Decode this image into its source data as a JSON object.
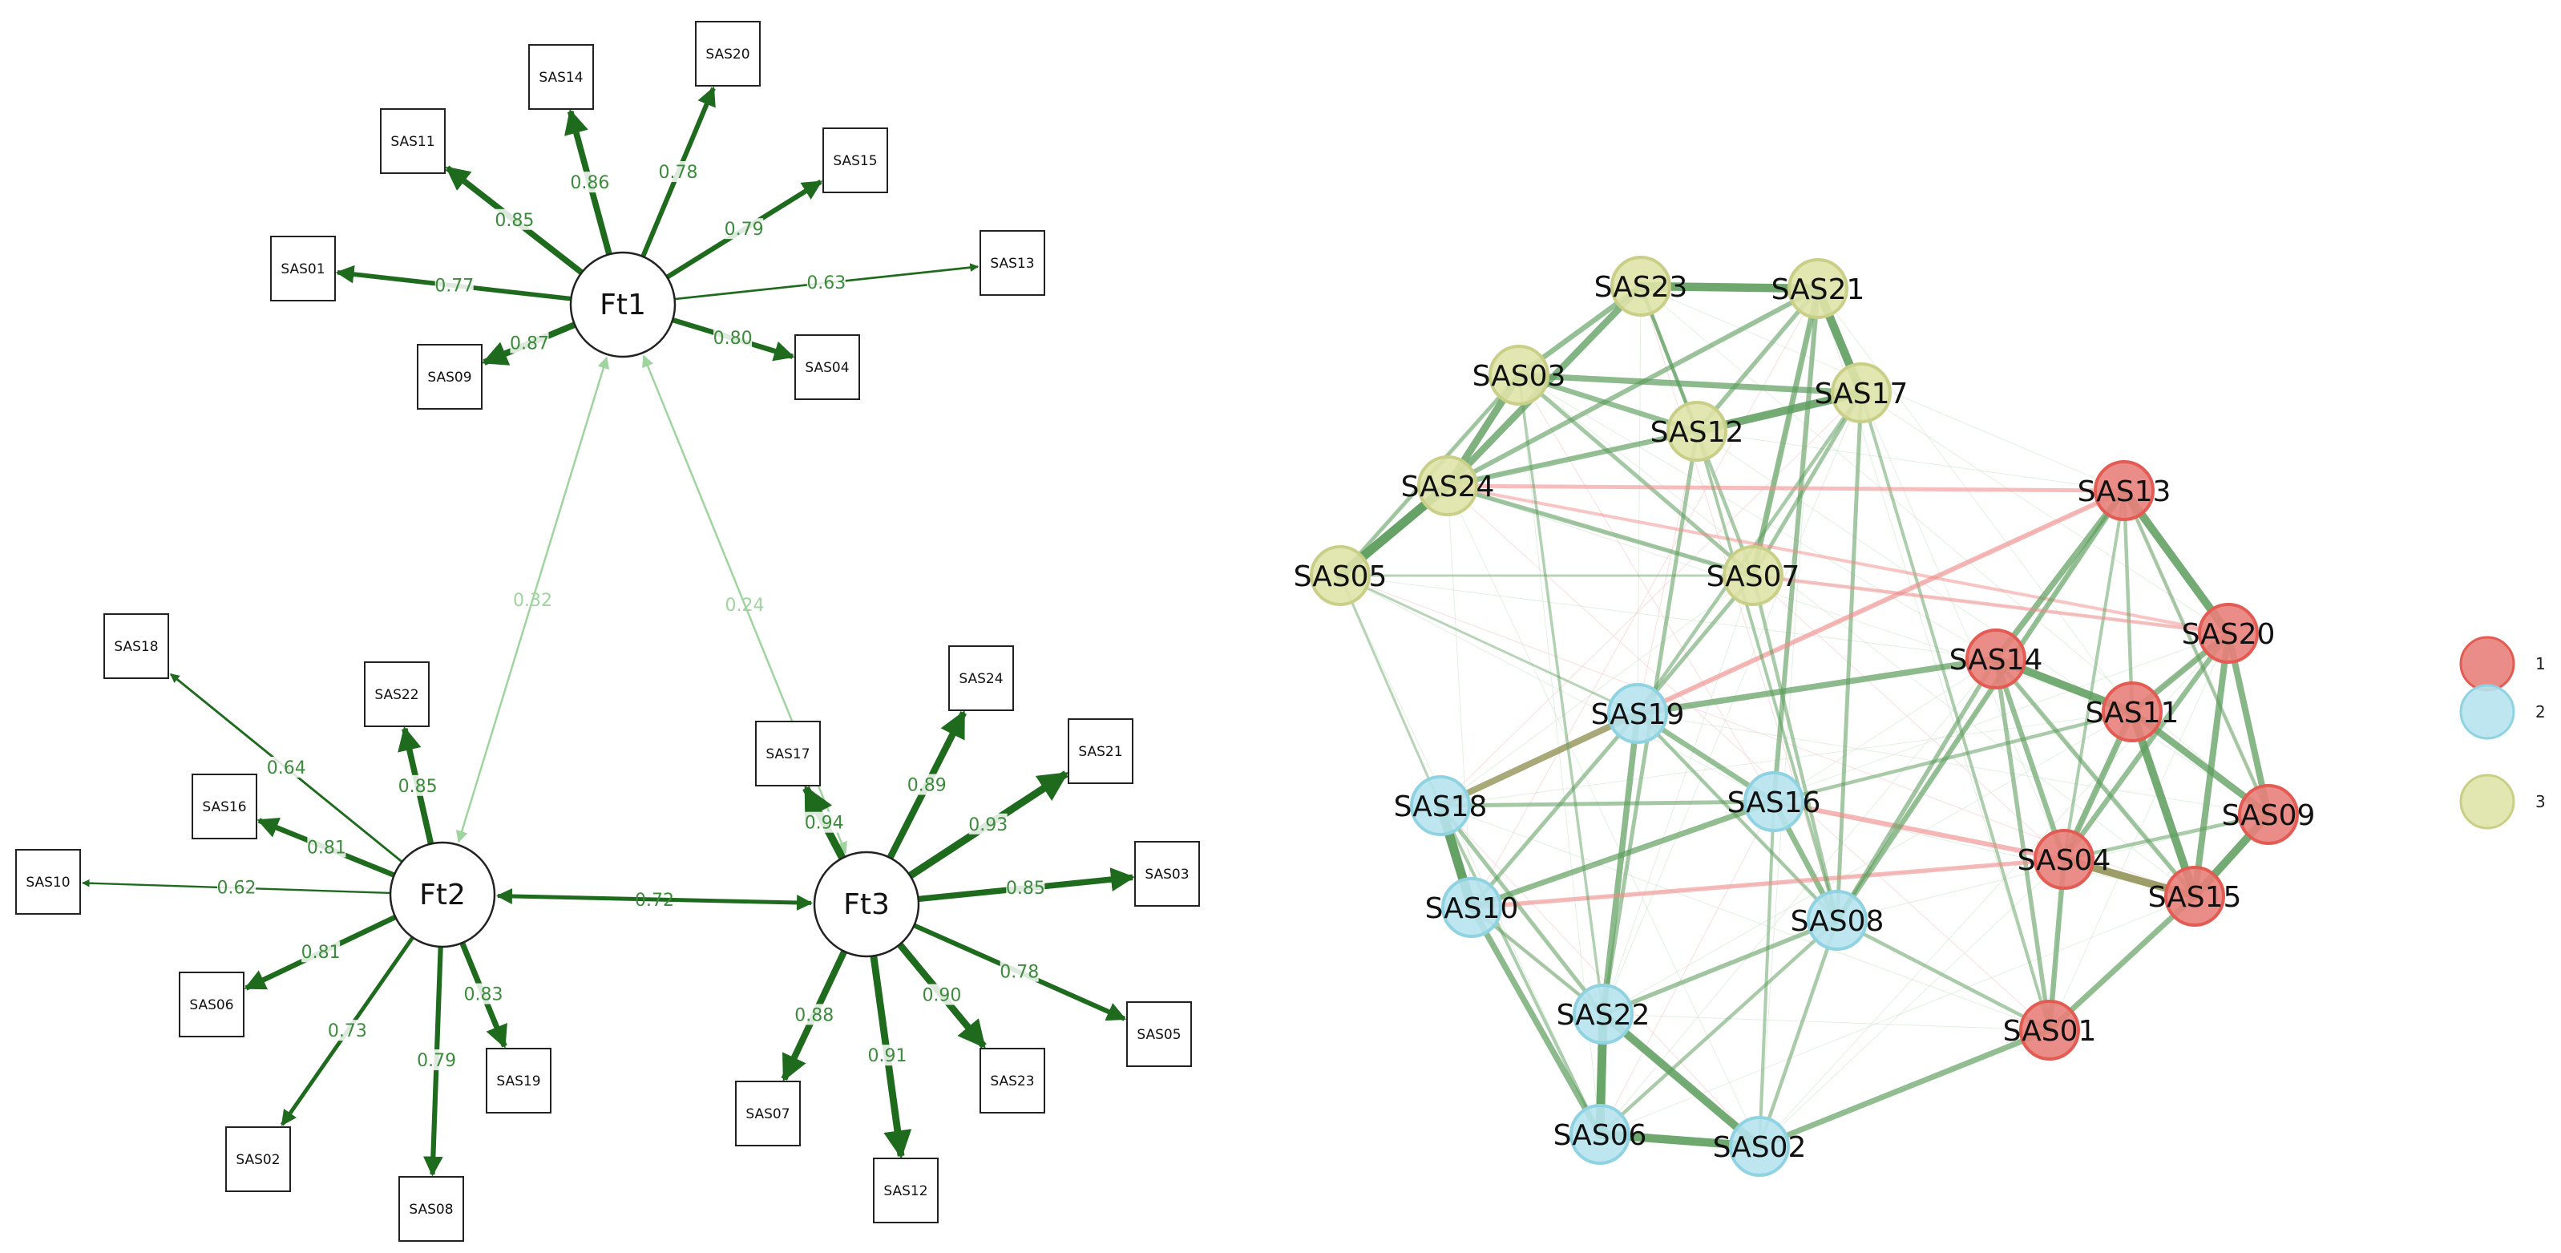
{
  "colors": {
    "loading": "#1e6b1e",
    "loading_text": "#3d8b3d",
    "covariance_weak": "#9fd49f",
    "covariance_strong": "#1e6b1e",
    "net_positive": "#5e9e5e",
    "net_negative": "#f28b8b",
    "net_mixed": "#8a8a4a",
    "community_1": "#e8807a",
    "community_1_stroke": "#e35b52",
    "community_2": "#b6e3ee",
    "community_2_stroke": "#8fd3e3",
    "community_3": "#dfe3a8",
    "community_3_stroke": "#c9cf86"
  },
  "sem": {
    "factors": [
      {
        "id": "Ft1",
        "label": "Ft1"
      },
      {
        "id": "Ft2",
        "label": "Ft2"
      },
      {
        "id": "Ft3",
        "label": "Ft3"
      }
    ],
    "loadings": [
      {
        "factor": "Ft1",
        "item": "SAS14",
        "value": "0.86"
      },
      {
        "factor": "Ft1",
        "item": "SAS20",
        "value": "0.78"
      },
      {
        "factor": "Ft1",
        "item": "SAS11",
        "value": "0.85"
      },
      {
        "factor": "Ft1",
        "item": "SAS15",
        "value": "0.79"
      },
      {
        "factor": "Ft1",
        "item": "SAS01",
        "value": "0.77"
      },
      {
        "factor": "Ft1",
        "item": "SAS13",
        "value": "0.63"
      },
      {
        "factor": "Ft1",
        "item": "SAS09",
        "value": "0.87"
      },
      {
        "factor": "Ft1",
        "item": "SAS04",
        "value": "0.80"
      },
      {
        "factor": "Ft2",
        "item": "SAS18",
        "value": "0.64"
      },
      {
        "factor": "Ft2",
        "item": "SAS22",
        "value": "0.85"
      },
      {
        "factor": "Ft2",
        "item": "SAS16",
        "value": "0.81"
      },
      {
        "factor": "Ft2",
        "item": "SAS10",
        "value": "0.62"
      },
      {
        "factor": "Ft2",
        "item": "SAS06",
        "value": "0.81"
      },
      {
        "factor": "Ft2",
        "item": "SAS19",
        "value": "0.83"
      },
      {
        "factor": "Ft2",
        "item": "SAS02",
        "value": "0.73"
      },
      {
        "factor": "Ft2",
        "item": "SAS08",
        "value": "0.79"
      },
      {
        "factor": "Ft3",
        "item": "SAS17",
        "value": "0.94"
      },
      {
        "factor": "Ft3",
        "item": "SAS24",
        "value": "0.89"
      },
      {
        "factor": "Ft3",
        "item": "SAS21",
        "value": "0.93"
      },
      {
        "factor": "Ft3",
        "item": "SAS03",
        "value": "0.85"
      },
      {
        "factor": "Ft3",
        "item": "SAS05",
        "value": "0.78"
      },
      {
        "factor": "Ft3",
        "item": "SAS23",
        "value": "0.90"
      },
      {
        "factor": "Ft3",
        "item": "SAS12",
        "value": "0.91"
      },
      {
        "factor": "Ft3",
        "item": "SAS07",
        "value": "0.88"
      }
    ],
    "covariances": [
      {
        "a": "Ft1",
        "b": "Ft2",
        "value": "0.32"
      },
      {
        "a": "Ft1",
        "b": "Ft3",
        "value": "0.24"
      },
      {
        "a": "Ft2",
        "b": "Ft3",
        "value": "0.72"
      }
    ]
  },
  "network": {
    "nodes": [
      {
        "id": "SAS23",
        "community": 3
      },
      {
        "id": "SAS21",
        "community": 3
      },
      {
        "id": "SAS03",
        "community": 3
      },
      {
        "id": "SAS17",
        "community": 3
      },
      {
        "id": "SAS12",
        "community": 3
      },
      {
        "id": "SAS24",
        "community": 3
      },
      {
        "id": "SAS05",
        "community": 3
      },
      {
        "id": "SAS07",
        "community": 3
      },
      {
        "id": "SAS13",
        "community": 1
      },
      {
        "id": "SAS20",
        "community": 1
      },
      {
        "id": "SAS14",
        "community": 1
      },
      {
        "id": "SAS11",
        "community": 1
      },
      {
        "id": "SAS09",
        "community": 1
      },
      {
        "id": "SAS04",
        "community": 1
      },
      {
        "id": "SAS15",
        "community": 1
      },
      {
        "id": "SAS01",
        "community": 1
      },
      {
        "id": "SAS19",
        "community": 2
      },
      {
        "id": "SAS18",
        "community": 2
      },
      {
        "id": "SAS16",
        "community": 2
      },
      {
        "id": "SAS10",
        "community": 2
      },
      {
        "id": "SAS08",
        "community": 2
      },
      {
        "id": "SAS22",
        "community": 2
      },
      {
        "id": "SAS06",
        "community": 2
      },
      {
        "id": "SAS02",
        "community": 2
      }
    ],
    "edges": [
      {
        "a": "SAS23",
        "b": "SAS21",
        "w": 0.9,
        "sign": "+"
      },
      {
        "a": "SAS21",
        "b": "SAS17",
        "w": 0.9,
        "sign": "+"
      },
      {
        "a": "SAS12",
        "b": "SAS17",
        "w": 0.85,
        "sign": "+"
      },
      {
        "a": "SAS24",
        "b": "SAS05",
        "w": 1.0,
        "sign": "+"
      },
      {
        "a": "SAS03",
        "b": "SAS24",
        "w": 0.75,
        "sign": "+"
      },
      {
        "a": "SAS23",
        "b": "SAS24",
        "w": 0.7,
        "sign": "+"
      },
      {
        "a": "SAS03",
        "b": "SAS17",
        "w": 0.6,
        "sign": "+"
      },
      {
        "a": "SAS03",
        "b": "SAS12",
        "w": 0.5,
        "sign": "+"
      },
      {
        "a": "SAS23",
        "b": "SAS03",
        "w": 0.5,
        "sign": "+"
      },
      {
        "a": "SAS23",
        "b": "SAS12",
        "w": 0.3,
        "sign": "+"
      },
      {
        "a": "SAS21",
        "b": "SAS12",
        "w": 0.4,
        "sign": "+"
      },
      {
        "a": "SAS21",
        "b": "SAS24",
        "w": 0.45,
        "sign": "+"
      },
      {
        "a": "SAS24",
        "b": "SAS12",
        "w": 0.5,
        "sign": "+"
      },
      {
        "a": "SAS24",
        "b": "SAS07",
        "w": 0.4,
        "sign": "+"
      },
      {
        "a": "SAS23",
        "b": "SAS07",
        "w": 0.3,
        "sign": "+"
      },
      {
        "a": "SAS21",
        "b": "SAS07",
        "w": 0.55,
        "sign": "+"
      },
      {
        "a": "SAS03",
        "b": "SAS07",
        "w": 0.35,
        "sign": "+"
      },
      {
        "a": "SAS17",
        "b": "SAS07",
        "w": 0.35,
        "sign": "+"
      },
      {
        "a": "SAS05",
        "b": "SAS03",
        "w": 0.35,
        "sign": "+"
      },
      {
        "a": "SAS21",
        "b": "SAS16",
        "w": 0.45,
        "sign": "+"
      },
      {
        "a": "SAS17",
        "b": "SAS08",
        "w": 0.35,
        "sign": "+"
      },
      {
        "a": "SAS17",
        "b": "SAS19",
        "w": 0.3,
        "sign": "+"
      },
      {
        "a": "SAS17",
        "b": "SAS01",
        "w": 0.25,
        "sign": "+"
      },
      {
        "a": "SAS12",
        "b": "SAS22",
        "w": 0.35,
        "sign": "+"
      },
      {
        "a": "SAS07",
        "b": "SAS19",
        "w": 0.35,
        "sign": "+"
      },
      {
        "a": "SAS24",
        "b": "SAS13",
        "w": 0.35,
        "sign": "-"
      },
      {
        "a": "SAS24",
        "b": "SAS20",
        "w": 0.25,
        "sign": "-"
      },
      {
        "a": "SAS05",
        "b": "SAS18",
        "w": 0.15,
        "sign": "+"
      },
      {
        "a": "SAS05",
        "b": "SAS07",
        "w": 0.15,
        "sign": "+"
      },
      {
        "a": "SAS13",
        "b": "SAS20",
        "w": 0.85,
        "sign": "+"
      },
      {
        "a": "SAS13",
        "b": "SAS14",
        "w": 0.6,
        "sign": "+"
      },
      {
        "a": "SAS13",
        "b": "SAS11",
        "w": 0.3,
        "sign": "+"
      },
      {
        "a": "SAS13",
        "b": "SAS09",
        "w": 0.3,
        "sign": "+"
      },
      {
        "a": "SAS13",
        "b": "SAS04",
        "w": 0.25,
        "sign": "+"
      },
      {
        "a": "SAS14",
        "b": "SAS11",
        "w": 0.85,
        "sign": "+"
      },
      {
        "a": "SAS14",
        "b": "SAS04",
        "w": 0.5,
        "sign": "+"
      },
      {
        "a": "SAS14",
        "b": "SAS01",
        "w": 0.4,
        "sign": "+"
      },
      {
        "a": "SAS14",
        "b": "SAS15",
        "w": 0.4,
        "sign": "+"
      },
      {
        "a": "SAS20",
        "b": "SAS11",
        "w": 0.6,
        "sign": "+"
      },
      {
        "a": "SAS20",
        "b": "SAS09",
        "w": 0.65,
        "sign": "+"
      },
      {
        "a": "SAS20",
        "b": "SAS15",
        "w": 0.65,
        "sign": "+"
      },
      {
        "a": "SAS20",
        "b": "SAS04",
        "w": 0.5,
        "sign": "+"
      },
      {
        "a": "SAS11",
        "b": "SAS15",
        "w": 0.85,
        "sign": "+"
      },
      {
        "a": "SAS11",
        "b": "SAS04",
        "w": 0.6,
        "sign": "+"
      },
      {
        "a": "SAS11",
        "b": "SAS09",
        "w": 0.7,
        "sign": "+"
      },
      {
        "a": "SAS09",
        "b": "SAS15",
        "w": 0.85,
        "sign": "+"
      },
      {
        "a": "SAS04",
        "b": "SAS15",
        "w": 0.8,
        "sign": "mixed"
      },
      {
        "a": "SAS04",
        "b": "SAS01",
        "w": 0.5,
        "sign": "+"
      },
      {
        "a": "SAS15",
        "b": "SAS01",
        "w": 0.55,
        "sign": "+"
      },
      {
        "a": "SAS04",
        "b": "SAS09",
        "w": 0.3,
        "sign": "+"
      },
      {
        "a": "SAS19",
        "b": "SAS14",
        "w": 0.6,
        "sign": "+"
      },
      {
        "a": "SAS19",
        "b": "SAS13",
        "w": 0.45,
        "sign": "-"
      },
      {
        "a": "SAS19",
        "b": "SAS16",
        "w": 0.5,
        "sign": "+"
      },
      {
        "a": "SAS19",
        "b": "SAS18",
        "w": 0.65,
        "sign": "mixed"
      },
      {
        "a": "SAS19",
        "b": "SAS22",
        "w": 0.6,
        "sign": "+"
      },
      {
        "a": "SAS19",
        "b": "SAS10",
        "w": 0.35,
        "sign": "+"
      },
      {
        "a": "SAS19",
        "b": "SAS08",
        "w": 0.3,
        "sign": "+"
      },
      {
        "a": "SAS18",
        "b": "SAS10",
        "w": 1.0,
        "sign": "+"
      },
      {
        "a": "SAS18",
        "b": "SAS16",
        "w": 0.35,
        "sign": "+"
      },
      {
        "a": "SAS18",
        "b": "SAS22",
        "w": 0.35,
        "sign": "+"
      },
      {
        "a": "SAS18",
        "b": "SAS06",
        "w": 0.25,
        "sign": "+"
      },
      {
        "a": "SAS16",
        "b": "SAS08",
        "w": 0.55,
        "sign": "+"
      },
      {
        "a": "SAS16",
        "b": "SAS10",
        "w": 0.55,
        "sign": "+"
      },
      {
        "a": "SAS16",
        "b": "SAS04",
        "w": 0.45,
        "sign": "-"
      },
      {
        "a": "SAS16",
        "b": "SAS02",
        "w": 0.25,
        "sign": "+"
      },
      {
        "a": "SAS16",
        "b": "SAS11",
        "w": 0.3,
        "sign": "+"
      },
      {
        "a": "SAS10",
        "b": "SAS06",
        "w": 0.6,
        "sign": "+"
      },
      {
        "a": "SAS10",
        "b": "SAS04",
        "w": 0.4,
        "sign": "-"
      },
      {
        "a": "SAS10",
        "b": "SAS22",
        "w": 0.3,
        "sign": "+"
      },
      {
        "a": "SAS22",
        "b": "SAS06",
        "w": 0.95,
        "sign": "+"
      },
      {
        "a": "SAS22",
        "b": "SAS02",
        "w": 0.85,
        "sign": "+"
      },
      {
        "a": "SAS22",
        "b": "SAS08",
        "w": 0.4,
        "sign": "+"
      },
      {
        "a": "SAS06",
        "b": "SAS02",
        "w": 0.9,
        "sign": "+"
      },
      {
        "a": "SAS06",
        "b": "SAS08",
        "w": 0.3,
        "sign": "+"
      },
      {
        "a": "SAS08",
        "b": "SAS02",
        "w": 0.3,
        "sign": "+"
      },
      {
        "a": "SAS08",
        "b": "SAS14",
        "w": 0.4,
        "sign": "+"
      },
      {
        "a": "SAS08",
        "b": "SAS13",
        "w": 0.5,
        "sign": "+"
      },
      {
        "a": "SAS08",
        "b": "SAS01",
        "w": 0.3,
        "sign": "+"
      },
      {
        "a": "SAS02",
        "b": "SAS01",
        "w": 0.55,
        "sign": "+"
      },
      {
        "a": "SAS07",
        "b": "SAS20",
        "w": 0.3,
        "sign": "-"
      },
      {
        "a": "SAS07",
        "b": "SAS08",
        "w": 0.3,
        "sign": "+"
      },
      {
        "a": "SAS05",
        "b": "SAS19",
        "w": 0.15,
        "sign": "+"
      },
      {
        "a": "SAS12",
        "b": "SAS08",
        "w": 0.25,
        "sign": "+"
      },
      {
        "a": "SAS03",
        "b": "SAS22",
        "w": 0.2,
        "sign": "+"
      }
    ]
  },
  "legend": {
    "items": [
      {
        "label": "1",
        "community": 1
      },
      {
        "label": "2",
        "community": 2
      },
      {
        "label": "3",
        "community": 3
      }
    ]
  }
}
